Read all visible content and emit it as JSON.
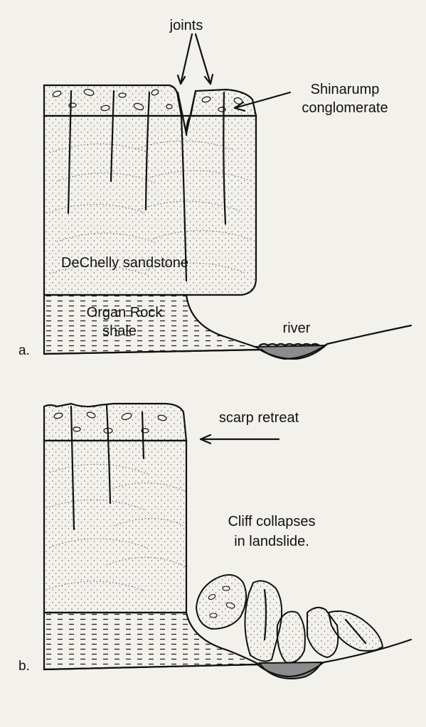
{
  "panel_a": {
    "panel_letter": "a.",
    "labels": {
      "joints": "joints",
      "shinarump_line1": "Shinarump",
      "shinarump_line2": "conglomerate",
      "dechelly": "DeChelly sandstone",
      "organ_rock_line1": "Organ Rock",
      "organ_rock_line2": "shale",
      "river": "river"
    }
  },
  "panel_b": {
    "panel_letter": "b.",
    "labels": {
      "scarp_retreat": "scarp retreat",
      "collapse_line1": "Cliff collapses",
      "collapse_line2": "in landslide."
    }
  },
  "colors": {
    "background": "#f3f1ec",
    "ink": "#111111",
    "river_fill": "#8c8c8c"
  }
}
